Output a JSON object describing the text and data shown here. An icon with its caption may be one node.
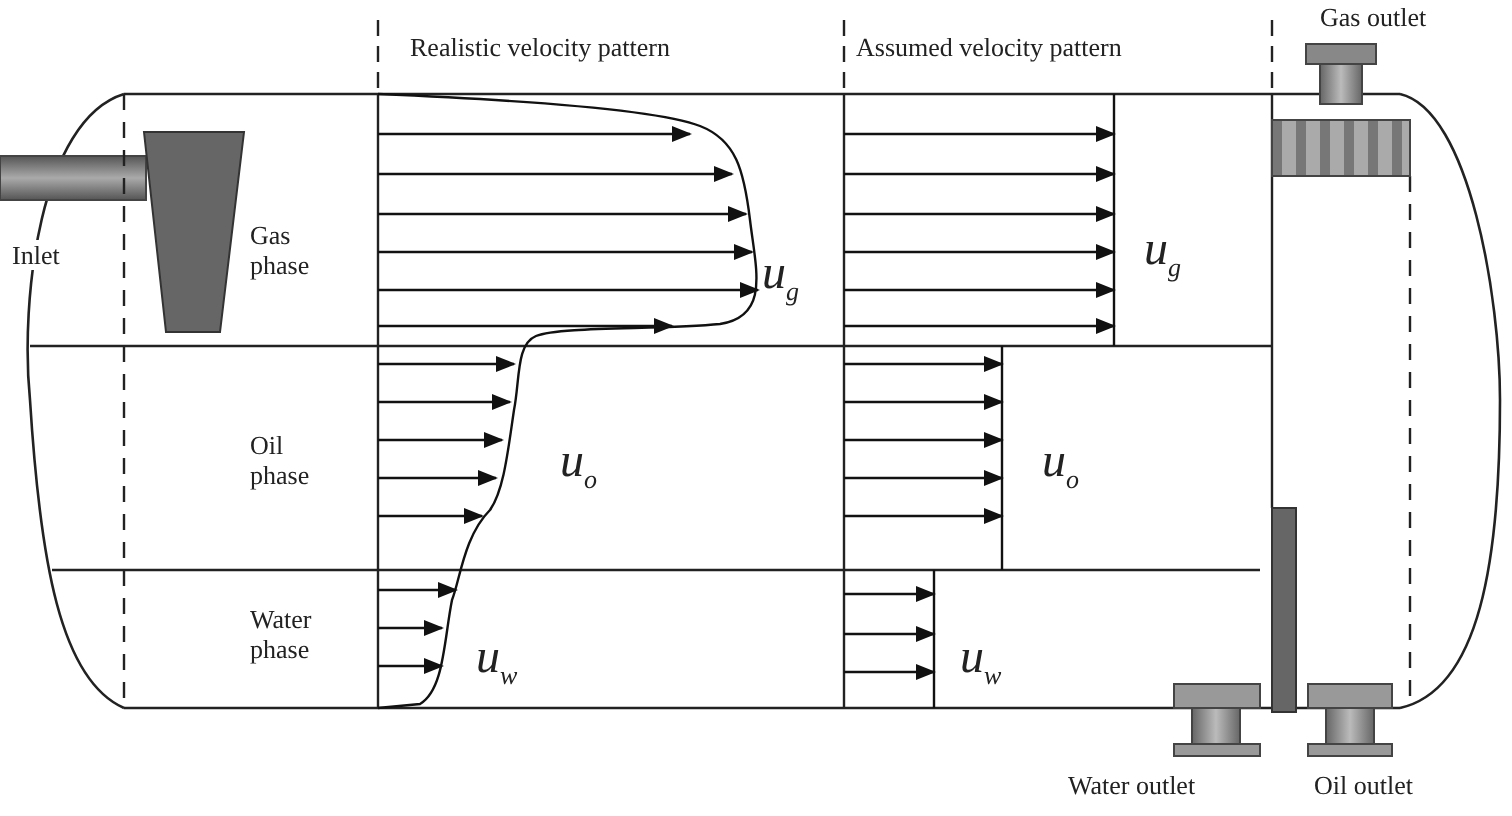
{
  "diagram": {
    "labels": [
      "Gas outlet",
      "Realistic velocity pattern",
      "Assumed velocity pattern",
      "Inlet",
      "Gas phase",
      "u$_{g}$",
      "u$_{g}$",
      "Oil phase",
      "u$_{o}$",
      "u$_{o}$",
      "Water phase",
      "u$_{w}$",
      "u$_{w}$",
      "Water outlet",
      "Oil outlet"
    ]
  }
}
